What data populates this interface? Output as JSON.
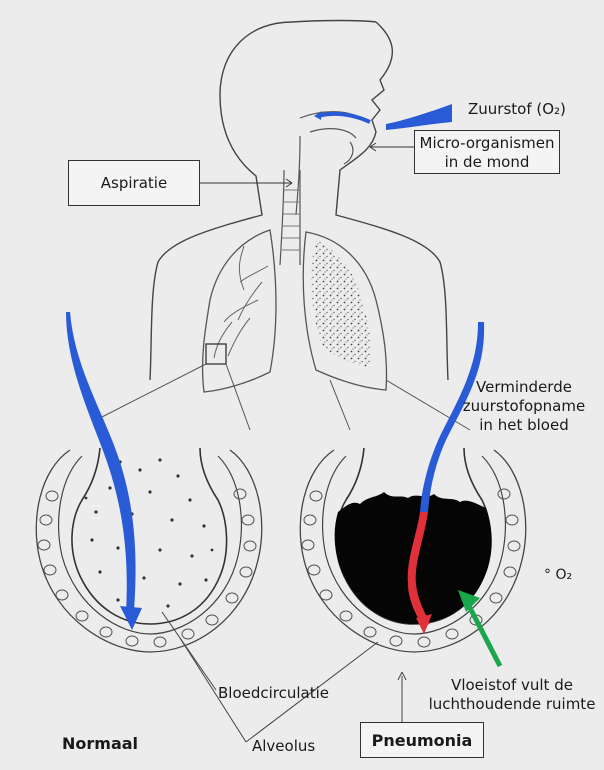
{
  "labels": {
    "oxygen": "Zuurstof (O₂)",
    "micro_line1": "Micro-organismen",
    "micro_line2": "in de mond",
    "aspiration": "Aspiratie",
    "reduced_line1": "Verminderde",
    "reduced_line2": "zuurstofopname",
    "reduced_line3": "in het bloed",
    "o2_small": "° O₂",
    "fluid_line1": "Vloeistof vult de",
    "fluid_line2": "luchthoudende ruimte",
    "blood": "Bloedcirculatie",
    "alveolus": "Alveolus",
    "normal": "Normaal",
    "pneumonia": "Pneumonia"
  },
  "colors": {
    "airflow_blue": "#2a5bd7",
    "blocked_red": "#e0303a",
    "fluid_arrow_green": "#1aa64a",
    "fluid_black": "#050505",
    "line": "#444444"
  }
}
